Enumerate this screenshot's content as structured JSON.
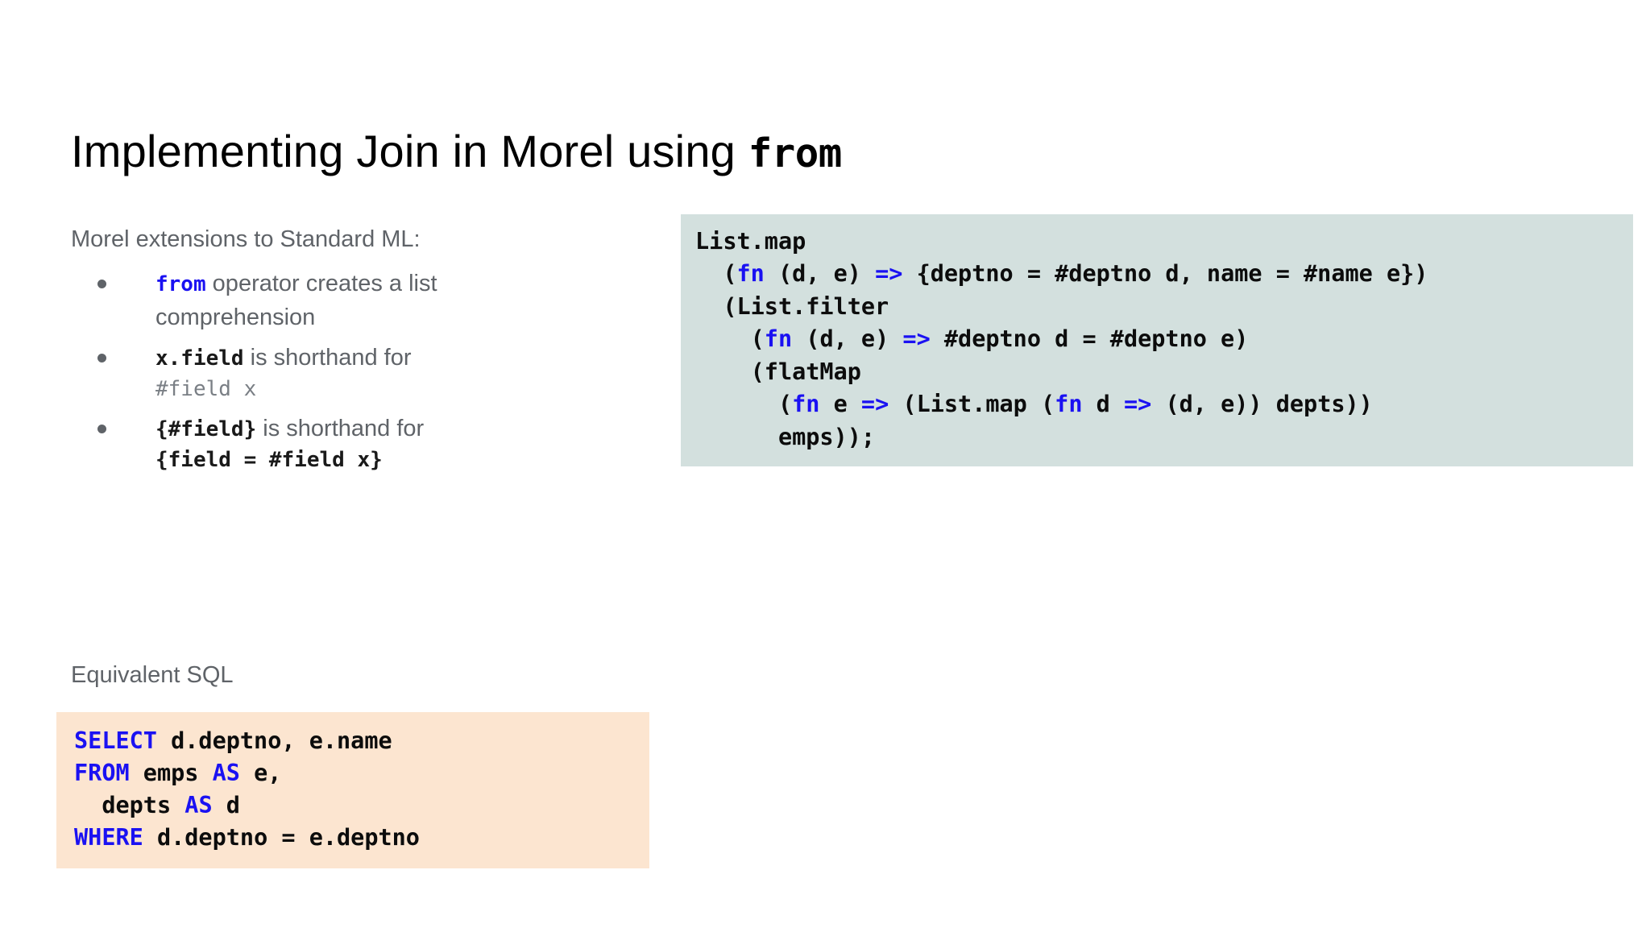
{
  "slide": {
    "title_prefix": "Implementing Join in Morel using ",
    "title_mono": "from"
  },
  "left": {
    "lead": "Morel extensions to Standard ML:",
    "bullets": [
      {
        "line1_code": "from",
        "line1_text": " operator creates a list",
        "line2_text": "comprehension"
      },
      {
        "line1_code": "x.field",
        "line1_text": " is shorthand for",
        "line2_code": "#field x"
      },
      {
        "line1_code": "{#field}",
        "line1_text": " is shorthand for",
        "line2_code": "{field = #field x}"
      }
    ]
  },
  "morel": {
    "lines": [
      [
        {
          "t": "List.map",
          "k": false
        }
      ],
      [
        {
          "t": "  (",
          "k": false
        },
        {
          "t": "fn",
          "k": true
        },
        {
          "t": " (d, e) ",
          "k": false
        },
        {
          "t": "=>",
          "k": true
        },
        {
          "t": " {deptno = #deptno d, name = #name e})",
          "k": false
        }
      ],
      [
        {
          "t": "  (List.filter",
          "k": false
        }
      ],
      [
        {
          "t": "    (",
          "k": false
        },
        {
          "t": "fn",
          "k": true
        },
        {
          "t": " (d, e) ",
          "k": false
        },
        {
          "t": "=>",
          "k": true
        },
        {
          "t": " #deptno d = #deptno e)",
          "k": false
        }
      ],
      [
        {
          "t": "    (flatMap",
          "k": false
        }
      ],
      [
        {
          "t": "      (",
          "k": false
        },
        {
          "t": "fn",
          "k": true
        },
        {
          "t": " e ",
          "k": false
        },
        {
          "t": "=>",
          "k": true
        },
        {
          "t": " (List.map (",
          "k": false
        },
        {
          "t": "fn",
          "k": true
        },
        {
          "t": " d ",
          "k": false
        },
        {
          "t": "=>",
          "k": true
        },
        {
          "t": " (d, e)) depts))",
          "k": false
        }
      ],
      [
        {
          "t": "      emps));",
          "k": false
        }
      ]
    ]
  },
  "sql": {
    "label": "Equivalent SQL",
    "lines": [
      [
        {
          "t": "SELECT",
          "k": true
        },
        {
          "t": " d.deptno, e.name",
          "k": false
        }
      ],
      [
        {
          "t": "FROM",
          "k": true
        },
        {
          "t": " emps ",
          "k": false
        },
        {
          "t": "AS",
          "k": true
        },
        {
          "t": " e,",
          "k": false
        }
      ],
      [
        {
          "t": "  depts ",
          "k": false
        },
        {
          "t": "AS",
          "k": true
        },
        {
          "t": " d",
          "k": false
        }
      ],
      [
        {
          "t": "WHERE",
          "k": true
        },
        {
          "t": " d.deptno = e.deptno",
          "k": false
        }
      ]
    ]
  },
  "colors": {
    "keyword_blue": "#1a11f2",
    "morel_block_bg": "#d3e0de",
    "sql_block_bg": "#fce5d0",
    "body_text_grey": "#5f6368",
    "mono_grey": "#7a7f85"
  }
}
